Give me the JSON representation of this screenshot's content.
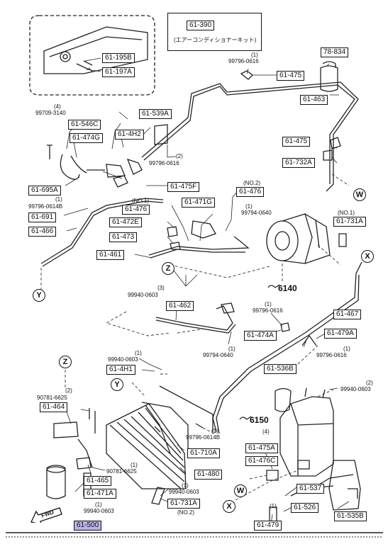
{
  "kit": {
    "part": "61-390",
    "title": "(エアーコンディショナーキット)"
  },
  "labels": {
    "l61195B": "61-195B",
    "l61197A": "61-197A",
    "l78834": "78-834",
    "l61475a": "61-475",
    "l61463": "61-463",
    "l61546C": "61-546C",
    "l61539A": "61-539A",
    "l61474G": "61-474G",
    "l614H2": "61-4H2",
    "l61475b": "61-475",
    "l61732A": "61-732A",
    "l61695A": "61-695A",
    "l61475F": "61-475F",
    "l61476a": "61-476",
    "l61691": "61-691",
    "l61476b": "61-476",
    "l61471G": "61-471G",
    "l61731Aa": "61-731A",
    "l61466": "61-466",
    "l61472E": "61-472E",
    "l61473": "61-473",
    "l61461": "61-461",
    "l61462": "61-462",
    "l61467": "61-467",
    "l61474A": "61-474A",
    "l61479A": "61-479A",
    "l614H1": "61-4H1",
    "l61536B": "61-536B",
    "l61464": "61-464",
    "l61710A": "61-710A",
    "l61475A": "61-475A",
    "l61476C": "61-476C",
    "l61465": "61-465",
    "l61480": "61-480",
    "l61471A": "61-471A",
    "l61537": "61-537",
    "l61731Ab": "61-731A",
    "l61526": "61-526",
    "l61535B": "61-535B",
    "l61479": "61-479",
    "l61500": "61-500"
  },
  "texts": {
    "t1": "(1)",
    "t2": "99796-0616",
    "t3": "(4)",
    "t4": "99709-3140",
    "t5": "(2)",
    "t6": "99796-0616",
    "t7": "(NO.2)",
    "t8": "(1)",
    "t9": "99796-0614B",
    "t10": "(NO.1)",
    "t11": "(1)",
    "t12": "99794-0640",
    "t13": "(NO.1)",
    "t14": "(3)",
    "t15": "99940-0603",
    "t16": "(1)",
    "t17": "99796-0616",
    "t18": "(1)",
    "t19": "99794-0640",
    "t20": "(1)",
    "t21": "99796-0616",
    "t22": "(1)",
    "t23": "99940-0603",
    "t24": "(2)",
    "t25": "99940-0603",
    "t26": "(2)",
    "t27": "90781-6625",
    "t28": "(1)",
    "t29": "99796-0614B",
    "t30": "(1)",
    "t31": "90781-6625",
    "t32": "(4)",
    "t33": "(1)",
    "t34": "99940-0603",
    "t35": "(1)",
    "t36": "99940-0603",
    "t37": "(NO.2)",
    "t38": "(1)",
    "ref6140": "6140",
    "ref6150": "6150",
    "fwd": "FWD"
  },
  "markers": {
    "w1": "W",
    "w2": "W",
    "x1": "X",
    "x2": "X",
    "y1": "Y",
    "y2": "Y",
    "z1": "Z",
    "z2": "Z"
  }
}
